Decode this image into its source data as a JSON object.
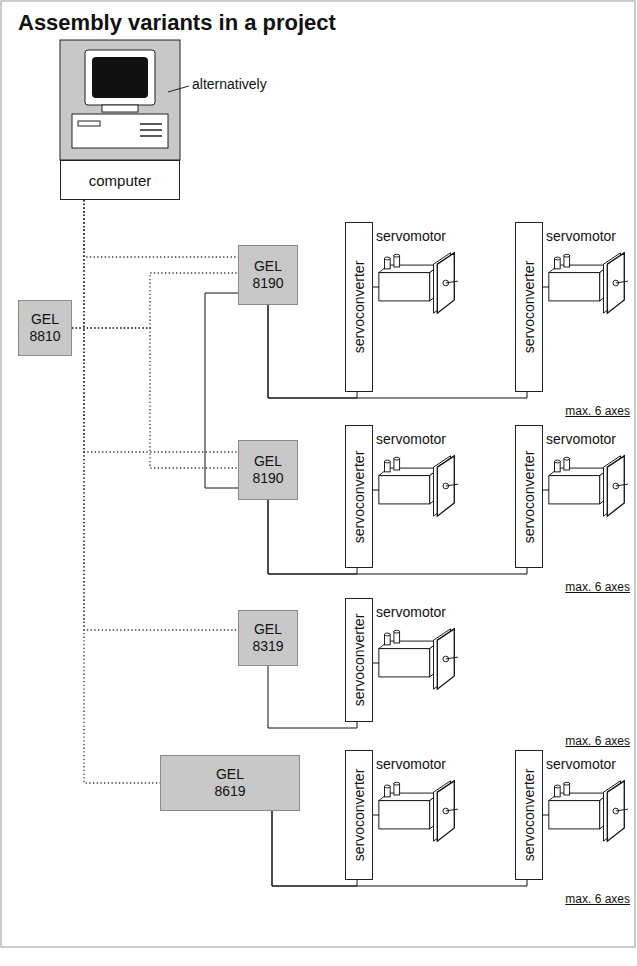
{
  "diagram": {
    "title": "Assembly variants in a project",
    "nodes": [
      {
        "text": [
          "computer"
        ]
      },
      {
        "text": [
          "GEL 8810"
        ]
      },
      {
        "text": [
          "GEL 8190"
        ]
      },
      {
        "text": [
          "servoconverter"
        ]
      },
      {
        "text": [
          "servoconverter"
        ]
      },
      {
        "text": [
          "GEL 8190"
        ]
      },
      {
        "text": [
          "servoconverter"
        ]
      },
      {
        "text": [
          "servoconverter"
        ]
      },
      {
        "text": [
          "GEL 8319"
        ]
      },
      {
        "text": [
          "servoconverter"
        ]
      },
      {
        "text": [
          "GEL 8619"
        ]
      },
      {
        "text": [
          "servoconverter"
        ]
      },
      {
        "text": [
          "servoconverter"
        ]
      }
    ],
    "edges": [
      {
        "from": 0,
        "to": 2,
        "arrow": "none"
      },
      {
        "from": 0,
        "to": 5,
        "arrow": "none"
      },
      {
        "from": 0,
        "to": 8,
        "arrow": "none"
      },
      {
        "from": 0,
        "to": 10,
        "arrow": "none"
      },
      {
        "from": 1,
        "to": 2,
        "arrow": "none"
      },
      {
        "from": 1,
        "to": 5,
        "arrow": "none"
      },
      {
        "from": 2,
        "to": 5,
        "arrow": "none"
      },
      {
        "from": 2,
        "to": 3,
        "arrow": "none"
      },
      {
        "from": 2,
        "to": 4,
        "arrow": "none"
      },
      {
        "from": 5,
        "to": 6,
        "arrow": "none"
      },
      {
        "from": 5,
        "to": 7,
        "arrow": "none"
      },
      {
        "from": 8,
        "to": 9,
        "arrow": "none"
      },
      {
        "from": 10,
        "to": 11,
        "arrow": "none"
      },
      {
        "from": 10,
        "to": 12,
        "arrow": "none"
      }
    ],
    "labels": [
      "alternatively",
      "servomotor",
      "servomotor",
      "max. 6 axes",
      "servomotor",
      "servomotor",
      "max. 6 axes",
      "servomotor",
      "max. 6 axes",
      "servomotor",
      "servomotor",
      "max. 6 axes"
    ]
  }
}
